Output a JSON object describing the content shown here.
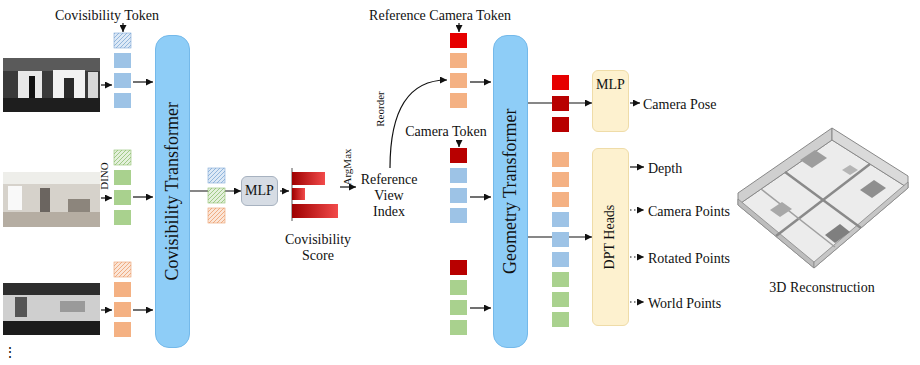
{
  "diagram": {
    "nodes": [
      {
        "text": [
          "Covisibility Transformer"
        ]
      },
      {
        "text": [
          "MLP"
        ]
      },
      {
        "text": [
          "Geometry Transformer"
        ]
      },
      {
        "text": [
          "MLP"
        ]
      },
      {
        "text": [
          "DPT Heads"
        ]
      }
    ],
    "edges": [
      {
        "from": 0,
        "to": 1,
        "arrow": "to"
      },
      {
        "from": 2,
        "to": 3,
        "arrow": "to"
      },
      {
        "from": 2,
        "to": 4,
        "arrow": "to"
      }
    ],
    "labels": [
      "Covisibility Token",
      "DINO",
      "⋮",
      "Covisibility Score",
      "ArgMax",
      "Reference View Index",
      "Reorder",
      "Reference Camera Token",
      "Camera Token",
      "Camera Pose",
      "Depth",
      "Camera Points",
      "Rotated Points",
      "World Points",
      "3D Reconstruction"
    ]
  }
}
